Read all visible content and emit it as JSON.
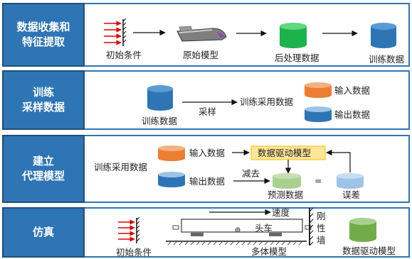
{
  "rows": [
    {
      "label": "数据收集和\n特征提取"
    },
    {
      "label": "训练\n采样数据"
    },
    {
      "label": "建立\n代理模型"
    },
    {
      "label": "仿真"
    }
  ],
  "row1": {
    "initial_conditions": "初始条件",
    "original_model": "原始模型",
    "post_processed_data": "后处理数据",
    "training_data": "训练数据"
  },
  "row2": {
    "training_data": "训练数据",
    "sampling": "采样",
    "training_sample_data": "训练采用数据",
    "input_data": "输入数据",
    "output_data": "输出数据"
  },
  "row3": {
    "training_sample_data": "训练采用数据",
    "input_data": "输入数据",
    "output_data": "输出数据",
    "data_driven_model": "数据驱动模型",
    "subtract": "减去",
    "predicted_data": "预测数据",
    "equals": "=",
    "error": "误差"
  },
  "row4": {
    "initial_conditions": "初始条件",
    "speed": "速度",
    "head_car": "头车",
    "multibody_model": "多体模型",
    "rigid_wall": "刚\n性\n墙",
    "data_driven_model": "数据驱动模型"
  },
  "colors": {
    "label_bg": "#2e75b6",
    "frame": "#2e75b6",
    "cyl_green": "#1cb34a",
    "cyl_blue": "#2e75b6",
    "cyl_orange": "#ed7d31",
    "cyl_light_green": "#a9d18e",
    "cyl_light_blue": "#9dc3e6",
    "model_box": "#ffe699",
    "arrow_red": "#e00000"
  }
}
